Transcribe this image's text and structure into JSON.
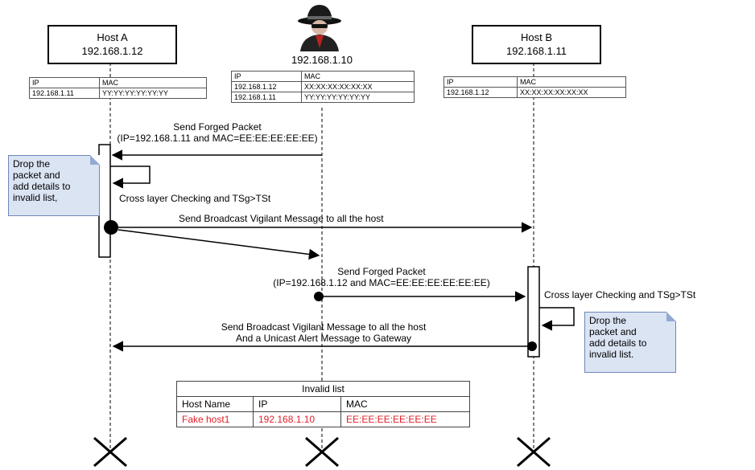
{
  "hosts": {
    "a": {
      "name": "Host A",
      "ip": "192.168.1.12"
    },
    "attacker": {
      "ip": "192.168.1.10",
      "icon": "spy-icon"
    },
    "b": {
      "name": "Host B",
      "ip": "192.168.1.11"
    }
  },
  "arp_tables": {
    "a": {
      "header": [
        "IP",
        "MAC"
      ],
      "rows": [
        [
          "192.168.1.11",
          "YY:YY:YY:YY:YY:YY"
        ]
      ]
    },
    "attacker": {
      "header": [
        "IP",
        "MAC"
      ],
      "rows": [
        [
          "192.168.1.12",
          "XX:XX:XX:XX:XX:XX"
        ],
        [
          "192.168.1.11",
          "YY:YY:YY:YY:YY:YY"
        ]
      ]
    },
    "b": {
      "header": [
        "IP",
        "MAC"
      ],
      "rows": [
        [
          "192.168.1.12",
          "XX:XX:XX:XX:XX:XX"
        ]
      ]
    }
  },
  "messages": {
    "forged_a": [
      "Send Forged Packet",
      "(IP=192.168.1.11 and MAC=EE:EE:EE:EE:EE)"
    ],
    "check_a": "Cross layer Checking and TSg>TSt",
    "broadcast_a": "Send Broadcast Vigilant Message to all the host",
    "forged_b": [
      "Send Forged Packet",
      "(IP=192.168.1.12 and MAC=EE:EE:EE:EE:EE:EE)"
    ],
    "check_b": "Cross layer Checking and TSg>TSt",
    "broadcast_b": [
      "Send Broadcast Vigilant Message to all the host",
      "And a Unicast Alert Message to Gateway"
    ]
  },
  "notes": {
    "a": [
      "Drop the",
      "packet and",
      "add details to",
      "invalid list,"
    ],
    "b": [
      "Drop the",
      "packet and",
      "add details to",
      "invalid list."
    ]
  },
  "invalid_list": {
    "title": "Invalid list",
    "headers": [
      "Host Name",
      "IP",
      "MAC"
    ],
    "row": [
      "Fake host1",
      "192.168.1.10",
      "EE:EE:EE:EE:EE:EE"
    ]
  },
  "colors": {
    "invalid_row": "#e0202a",
    "note_fill": "#dbe4f3",
    "note_border": "#6e86b8"
  }
}
